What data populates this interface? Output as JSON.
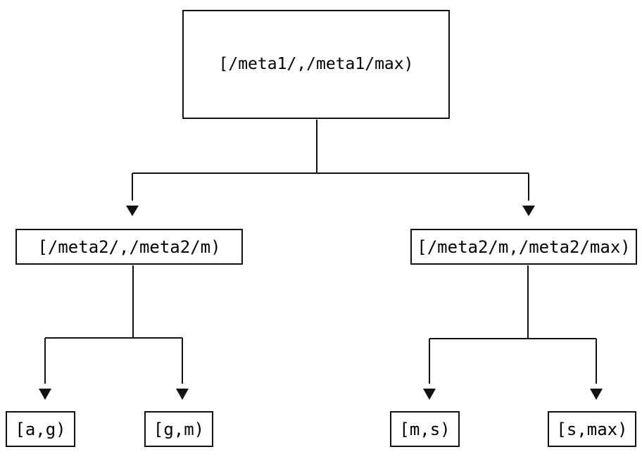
{
  "tree": {
    "nodes": [
      {
        "id": "root",
        "label": "[/meta1/,/meta1/max)",
        "level": 0
      },
      {
        "id": "meta2-low",
        "label": "[/meta2/,/meta2/m)",
        "level": 1
      },
      {
        "id": "meta2-high",
        "label": "[/meta2/m,/meta2/max)",
        "level": 1
      },
      {
        "id": "a-g",
        "label": "[a,g)",
        "level": 2
      },
      {
        "id": "g-m",
        "label": "[g,m)",
        "level": 2
      },
      {
        "id": "m-s",
        "label": "[m,s)",
        "level": 2
      },
      {
        "id": "s-max",
        "label": "[s,max)",
        "level": 2
      }
    ],
    "edges": [
      {
        "from": "root",
        "to": "meta2-low"
      },
      {
        "from": "root",
        "to": "meta2-high"
      },
      {
        "from": "meta2-low",
        "to": "a-g"
      },
      {
        "from": "meta2-low",
        "to": "g-m"
      },
      {
        "from": "meta2-high",
        "to": "m-s"
      },
      {
        "from": "meta2-high",
        "to": "s-max"
      }
    ],
    "colors": {
      "line": "#111111",
      "box_border": "#111111",
      "text": "#000000",
      "background": "#ffffff"
    }
  }
}
